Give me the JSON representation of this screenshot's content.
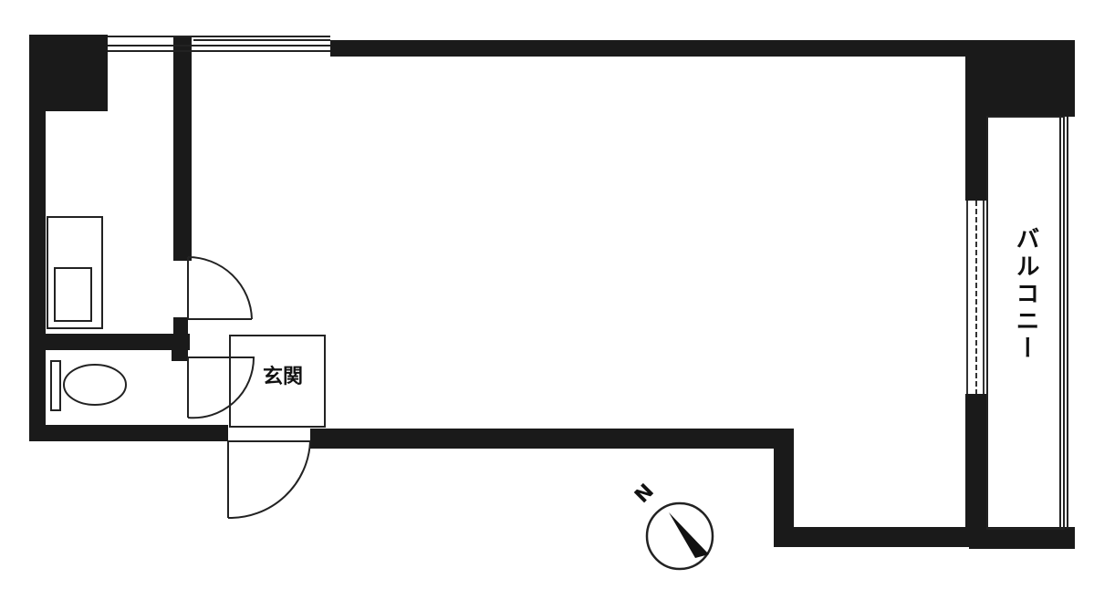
{
  "labels": {
    "entrance": "玄関",
    "balcony": "バルコニー"
  },
  "compass": {
    "letter": "N",
    "icon": "north-arrow-icon"
  },
  "colors": {
    "wall": "#1a1a1a",
    "line": "#222222",
    "background": "#ffffff"
  }
}
